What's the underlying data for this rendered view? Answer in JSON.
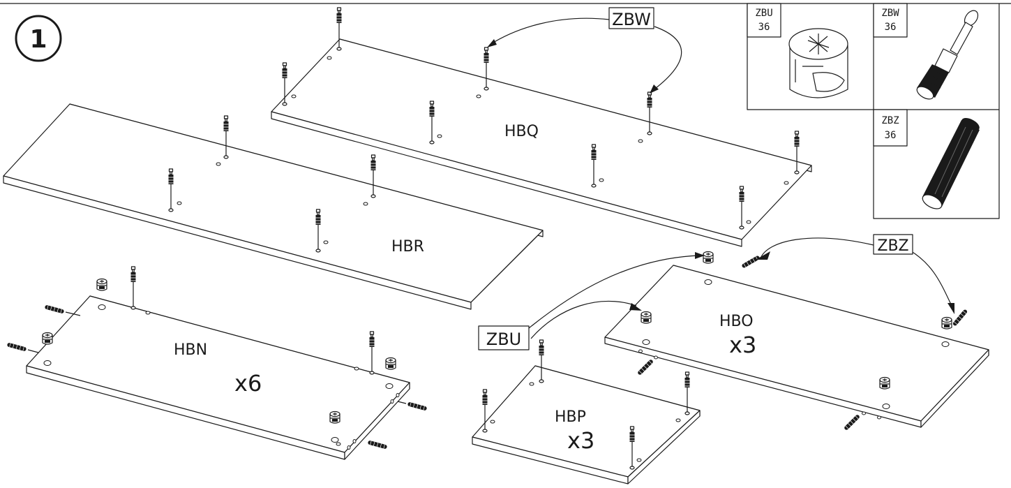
{
  "step": {
    "number": "1"
  },
  "panels": {
    "hbq": {
      "label": "HBQ"
    },
    "hbr": {
      "label": "HBR"
    },
    "hbn": {
      "label": "HBN",
      "qty": "x6"
    },
    "hbo": {
      "label": "HBO",
      "qty": "x3"
    },
    "hbp": {
      "label": "HBP",
      "qty": "x3"
    }
  },
  "callouts": {
    "zbw": "ZBW",
    "zbz": "ZBZ",
    "zbu": "ZBU"
  },
  "parts": [
    {
      "code": "ZBU",
      "qty": "36",
      "icon": "cam-lock-icon"
    },
    {
      "code": "ZBW",
      "qty": "36",
      "icon": "cam-bolt-icon"
    },
    {
      "code": "ZBZ",
      "qty": "36",
      "icon": "wood-dowel-icon"
    }
  ],
  "colors": {
    "line": "#1a1a1a",
    "background": "#ffffff"
  }
}
